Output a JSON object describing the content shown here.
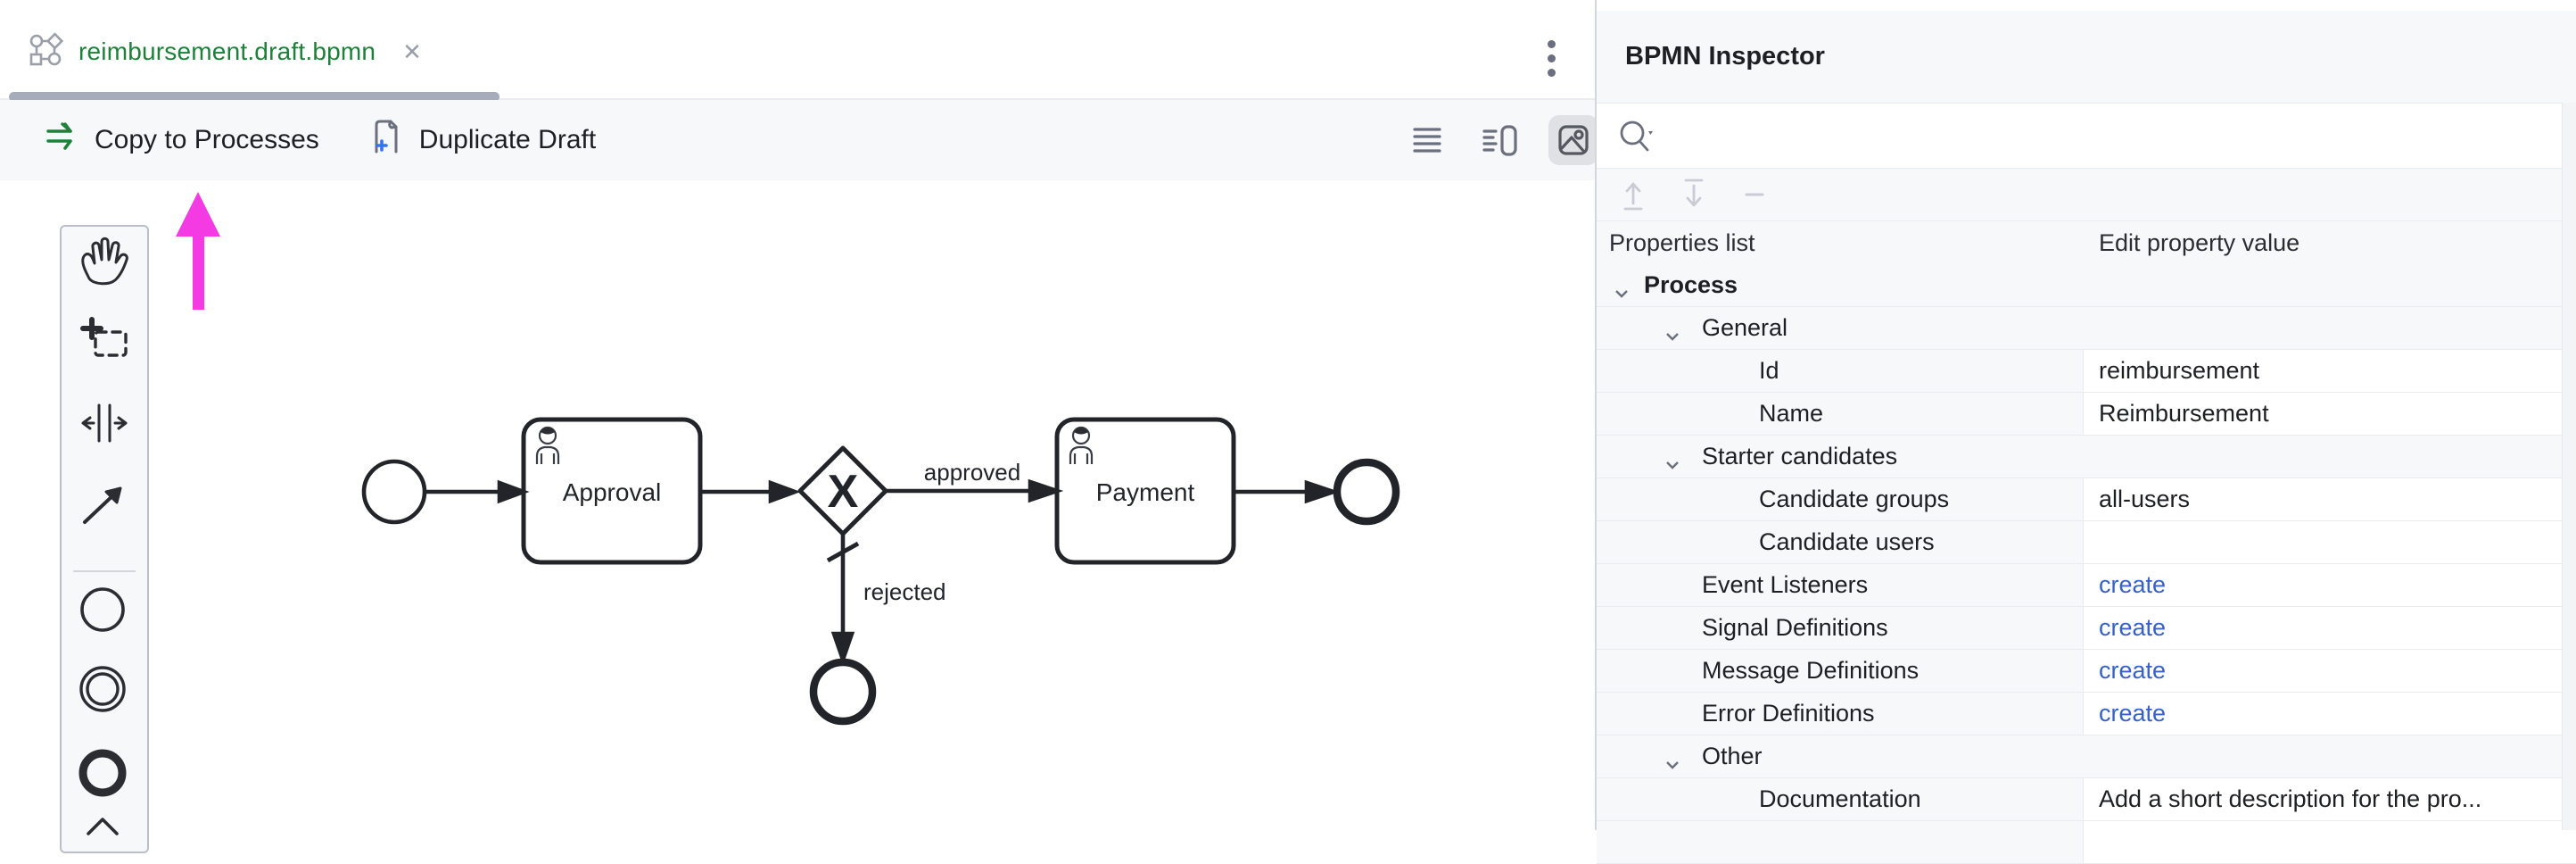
{
  "tab_bar": {
    "file_name": "reimbursement.draft.bpmn",
    "close_glyph": "✕"
  },
  "toolbar": {
    "copy_to_processes_label": "Copy to Processes",
    "duplicate_draft_label": "Duplicate Draft"
  },
  "inspector": {
    "title": "BPMN Inspector",
    "search_value": "",
    "columns": {
      "left": "Properties list",
      "right": "Edit property value"
    },
    "rows": [
      {
        "kind": "group",
        "indent": 0,
        "label": "Process",
        "bold": true
      },
      {
        "kind": "group",
        "indent": 1,
        "label": "General"
      },
      {
        "kind": "prop",
        "indent": 2,
        "label": "Id",
        "value": "reimbursement"
      },
      {
        "kind": "prop",
        "indent": 2,
        "label": "Name",
        "value": "Reimbursement"
      },
      {
        "kind": "group",
        "indent": 1,
        "label": "Starter candidates"
      },
      {
        "kind": "prop",
        "indent": 2,
        "label": "Candidate groups",
        "value": "all-users"
      },
      {
        "kind": "prop",
        "indent": 2,
        "label": "Candidate users",
        "value": ""
      },
      {
        "kind": "link",
        "indent": 1,
        "label": "Event Listeners",
        "value": "create"
      },
      {
        "kind": "link",
        "indent": 1,
        "label": "Signal Definitions",
        "value": "create"
      },
      {
        "kind": "link",
        "indent": 1,
        "label": "Message Definitions",
        "value": "create"
      },
      {
        "kind": "link",
        "indent": 1,
        "label": "Error Definitions",
        "value": "create"
      },
      {
        "kind": "group",
        "indent": 1,
        "label": "Other"
      },
      {
        "kind": "prop",
        "indent": 2,
        "label": "Documentation",
        "value": "Add a short description for the pro..."
      }
    ]
  },
  "diagram": {
    "task_approval": "Approval",
    "task_payment": "Payment",
    "gateway_glyph": "X",
    "edge_approved": "approved",
    "edge_rejected": "rejected"
  },
  "icons": {
    "tab_file": "bpmn-diagram-icon",
    "toolbar_left": [
      "copy-to-processes-icon",
      "duplicate-draft-icon"
    ],
    "toolbar_right": [
      "text-view-icon",
      "split-view-icon",
      "canvas-view-icon"
    ],
    "palette": [
      "hand-tool-icon",
      "lasso-tool-icon",
      "space-tool-icon",
      "connect-tool-icon",
      "start-event-icon",
      "intermediate-event-icon",
      "end-event-icon"
    ],
    "inspector_actions": [
      "move-up-icon",
      "move-down-icon",
      "remove-icon"
    ]
  },
  "colors": {
    "accent_green": "#1F8039",
    "link_blue": "#3661C9",
    "plus_blue": "#3574F0",
    "annotation_magenta": "#F43BE3",
    "panel_gray": "#F7F8FA",
    "diagram_ink": "#22242A"
  }
}
